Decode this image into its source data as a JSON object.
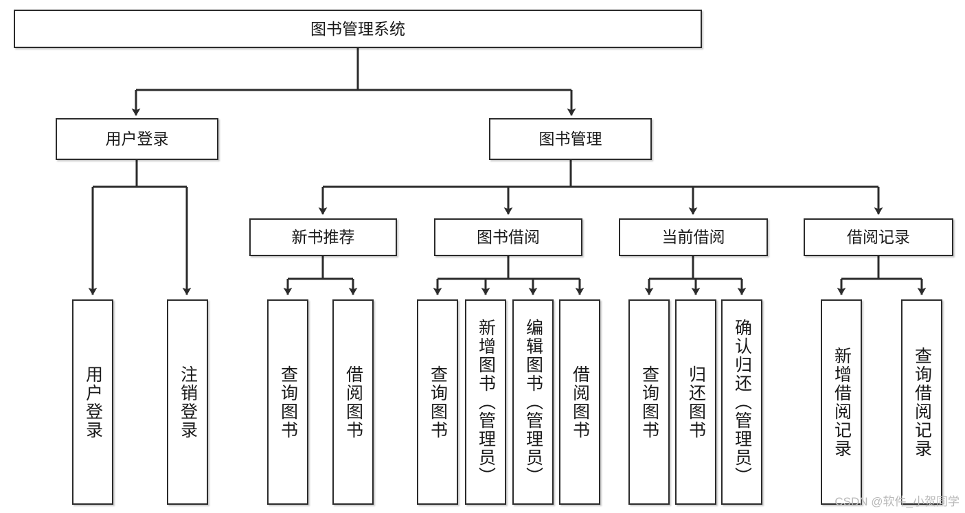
{
  "diagram": {
    "title": "图书管理系统",
    "type": "tree-hierarchy",
    "colors": {
      "box_border": "#2b2b2b",
      "box_fill": "#ffffff",
      "connector": "#2b2b2b",
      "text": "#1a1a1a",
      "watermark": "#b9b9b9"
    },
    "root": {
      "label": "图书管理系统"
    },
    "level2": [
      {
        "label": "用户登录"
      },
      {
        "label": "图书管理"
      }
    ],
    "level3": [
      {
        "label": "新书推荐"
      },
      {
        "label": "图书借阅"
      },
      {
        "label": "当前借阅"
      },
      {
        "label": "借阅记录"
      }
    ],
    "leaves": {
      "user_login": [
        {
          "label": "用户登录"
        },
        {
          "label": "注销登录"
        }
      ],
      "new_book_recommend": [
        {
          "label": "查询图书"
        },
        {
          "label": "借阅图书"
        }
      ],
      "book_borrow": [
        {
          "label": "查询图书"
        },
        {
          "label": "新增图书（管理员）"
        },
        {
          "label": "编辑图书（管理员）"
        },
        {
          "label": "借阅图书"
        }
      ],
      "current_borrow": [
        {
          "label": "查询图书"
        },
        {
          "label": "归还图书"
        },
        {
          "label": "确认归还（管理员）"
        }
      ],
      "borrow_record": [
        {
          "label": "新增借阅记录"
        },
        {
          "label": "查询借阅记录"
        }
      ]
    }
  },
  "watermark": {
    "text": "CSDN @软件_小贺同学"
  }
}
